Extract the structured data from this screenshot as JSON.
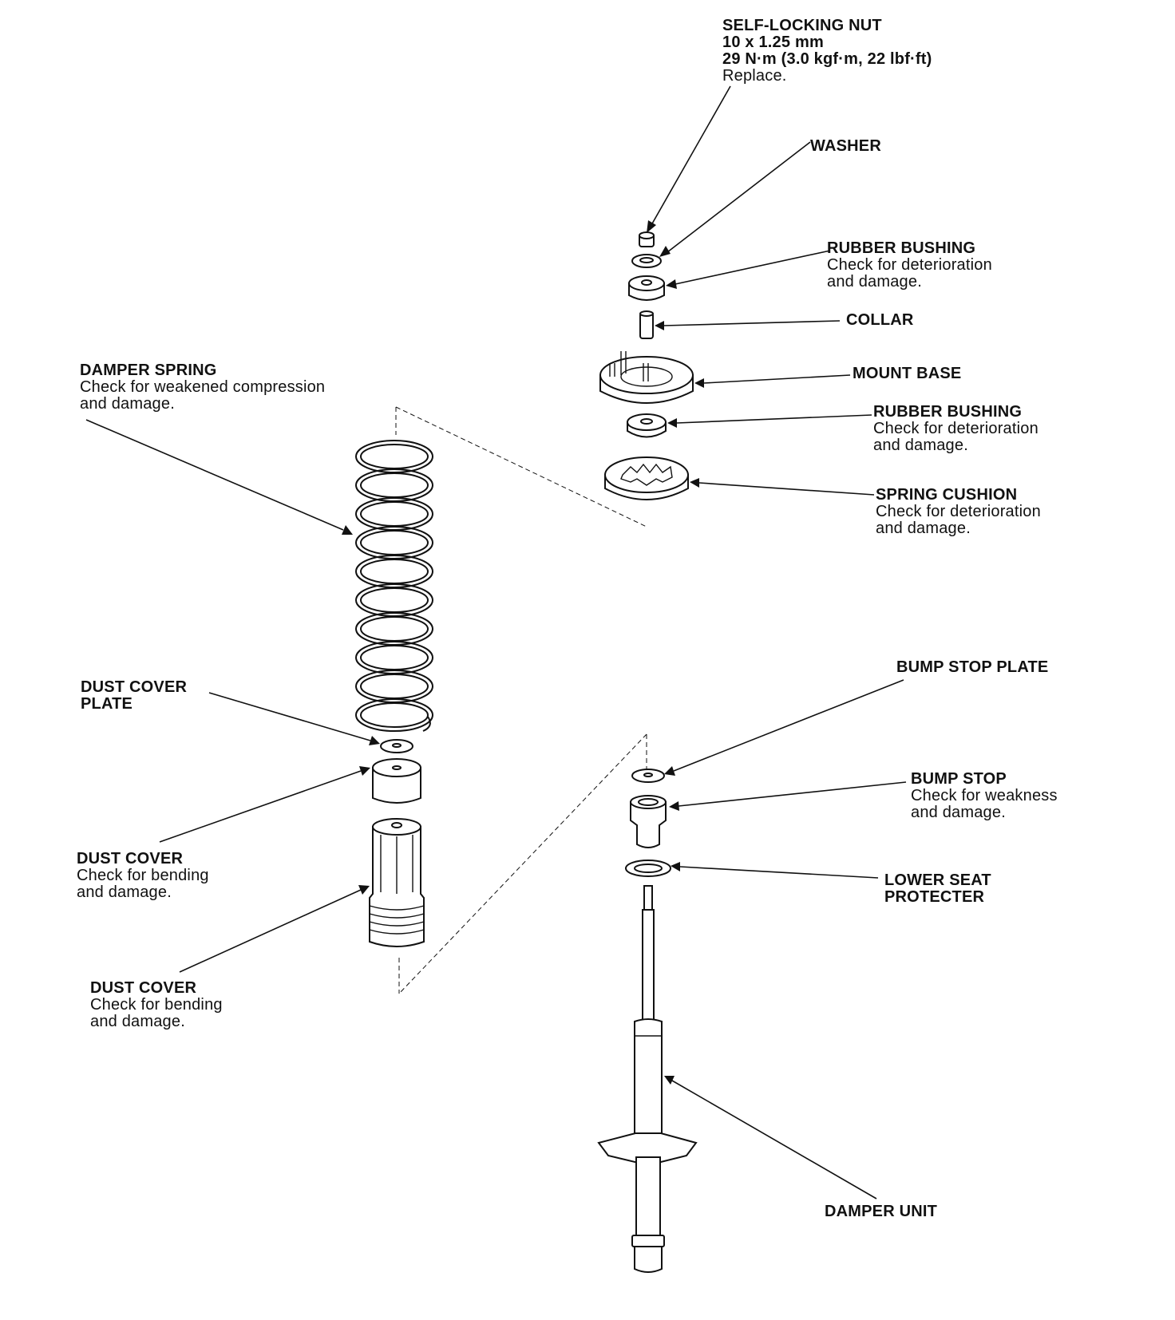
{
  "labels": {
    "self_locking_nut": {
      "title": "SELF-LOCKING NUT",
      "spec1": "10 x 1.25 mm",
      "spec2": "29 N·m (3.0 kgf·m, 22 lbf·ft)",
      "note": "Replace."
    },
    "washer": {
      "title": "WASHER"
    },
    "rubber_bushing_upper": {
      "title": "RUBBER BUSHING",
      "note1": "Check for deterioration",
      "note2": "and damage."
    },
    "collar": {
      "title": "COLLAR"
    },
    "mount_base": {
      "title": "MOUNT BASE"
    },
    "rubber_bushing_lower": {
      "title": "RUBBER BUSHING",
      "note1": "Check for deterioration",
      "note2": "and damage."
    },
    "spring_cushion": {
      "title": "SPRING CUSHION",
      "note1": "Check for deterioration",
      "note2": "and damage."
    },
    "damper_spring": {
      "title": "DAMPER SPRING",
      "note1": "Check for weakened compression",
      "note2": "and damage."
    },
    "dust_cover_plate": {
      "title1": "DUST COVER",
      "title2": "PLATE"
    },
    "dust_cover_1": {
      "title": "DUST COVER",
      "note1": "Check for bending",
      "note2": "and damage."
    },
    "dust_cover_2": {
      "title": "DUST COVER",
      "note1": "Check for bending",
      "note2": "and damage."
    },
    "bump_stop_plate": {
      "title": "BUMP STOP PLATE"
    },
    "bump_stop": {
      "title": "BUMP STOP",
      "note1": "Check for weakness",
      "note2": "and damage."
    },
    "lower_seat_protecter": {
      "title1": "LOWER SEAT",
      "title2": "PROTECTER"
    },
    "damper_unit": {
      "title": "DAMPER UNIT"
    }
  }
}
